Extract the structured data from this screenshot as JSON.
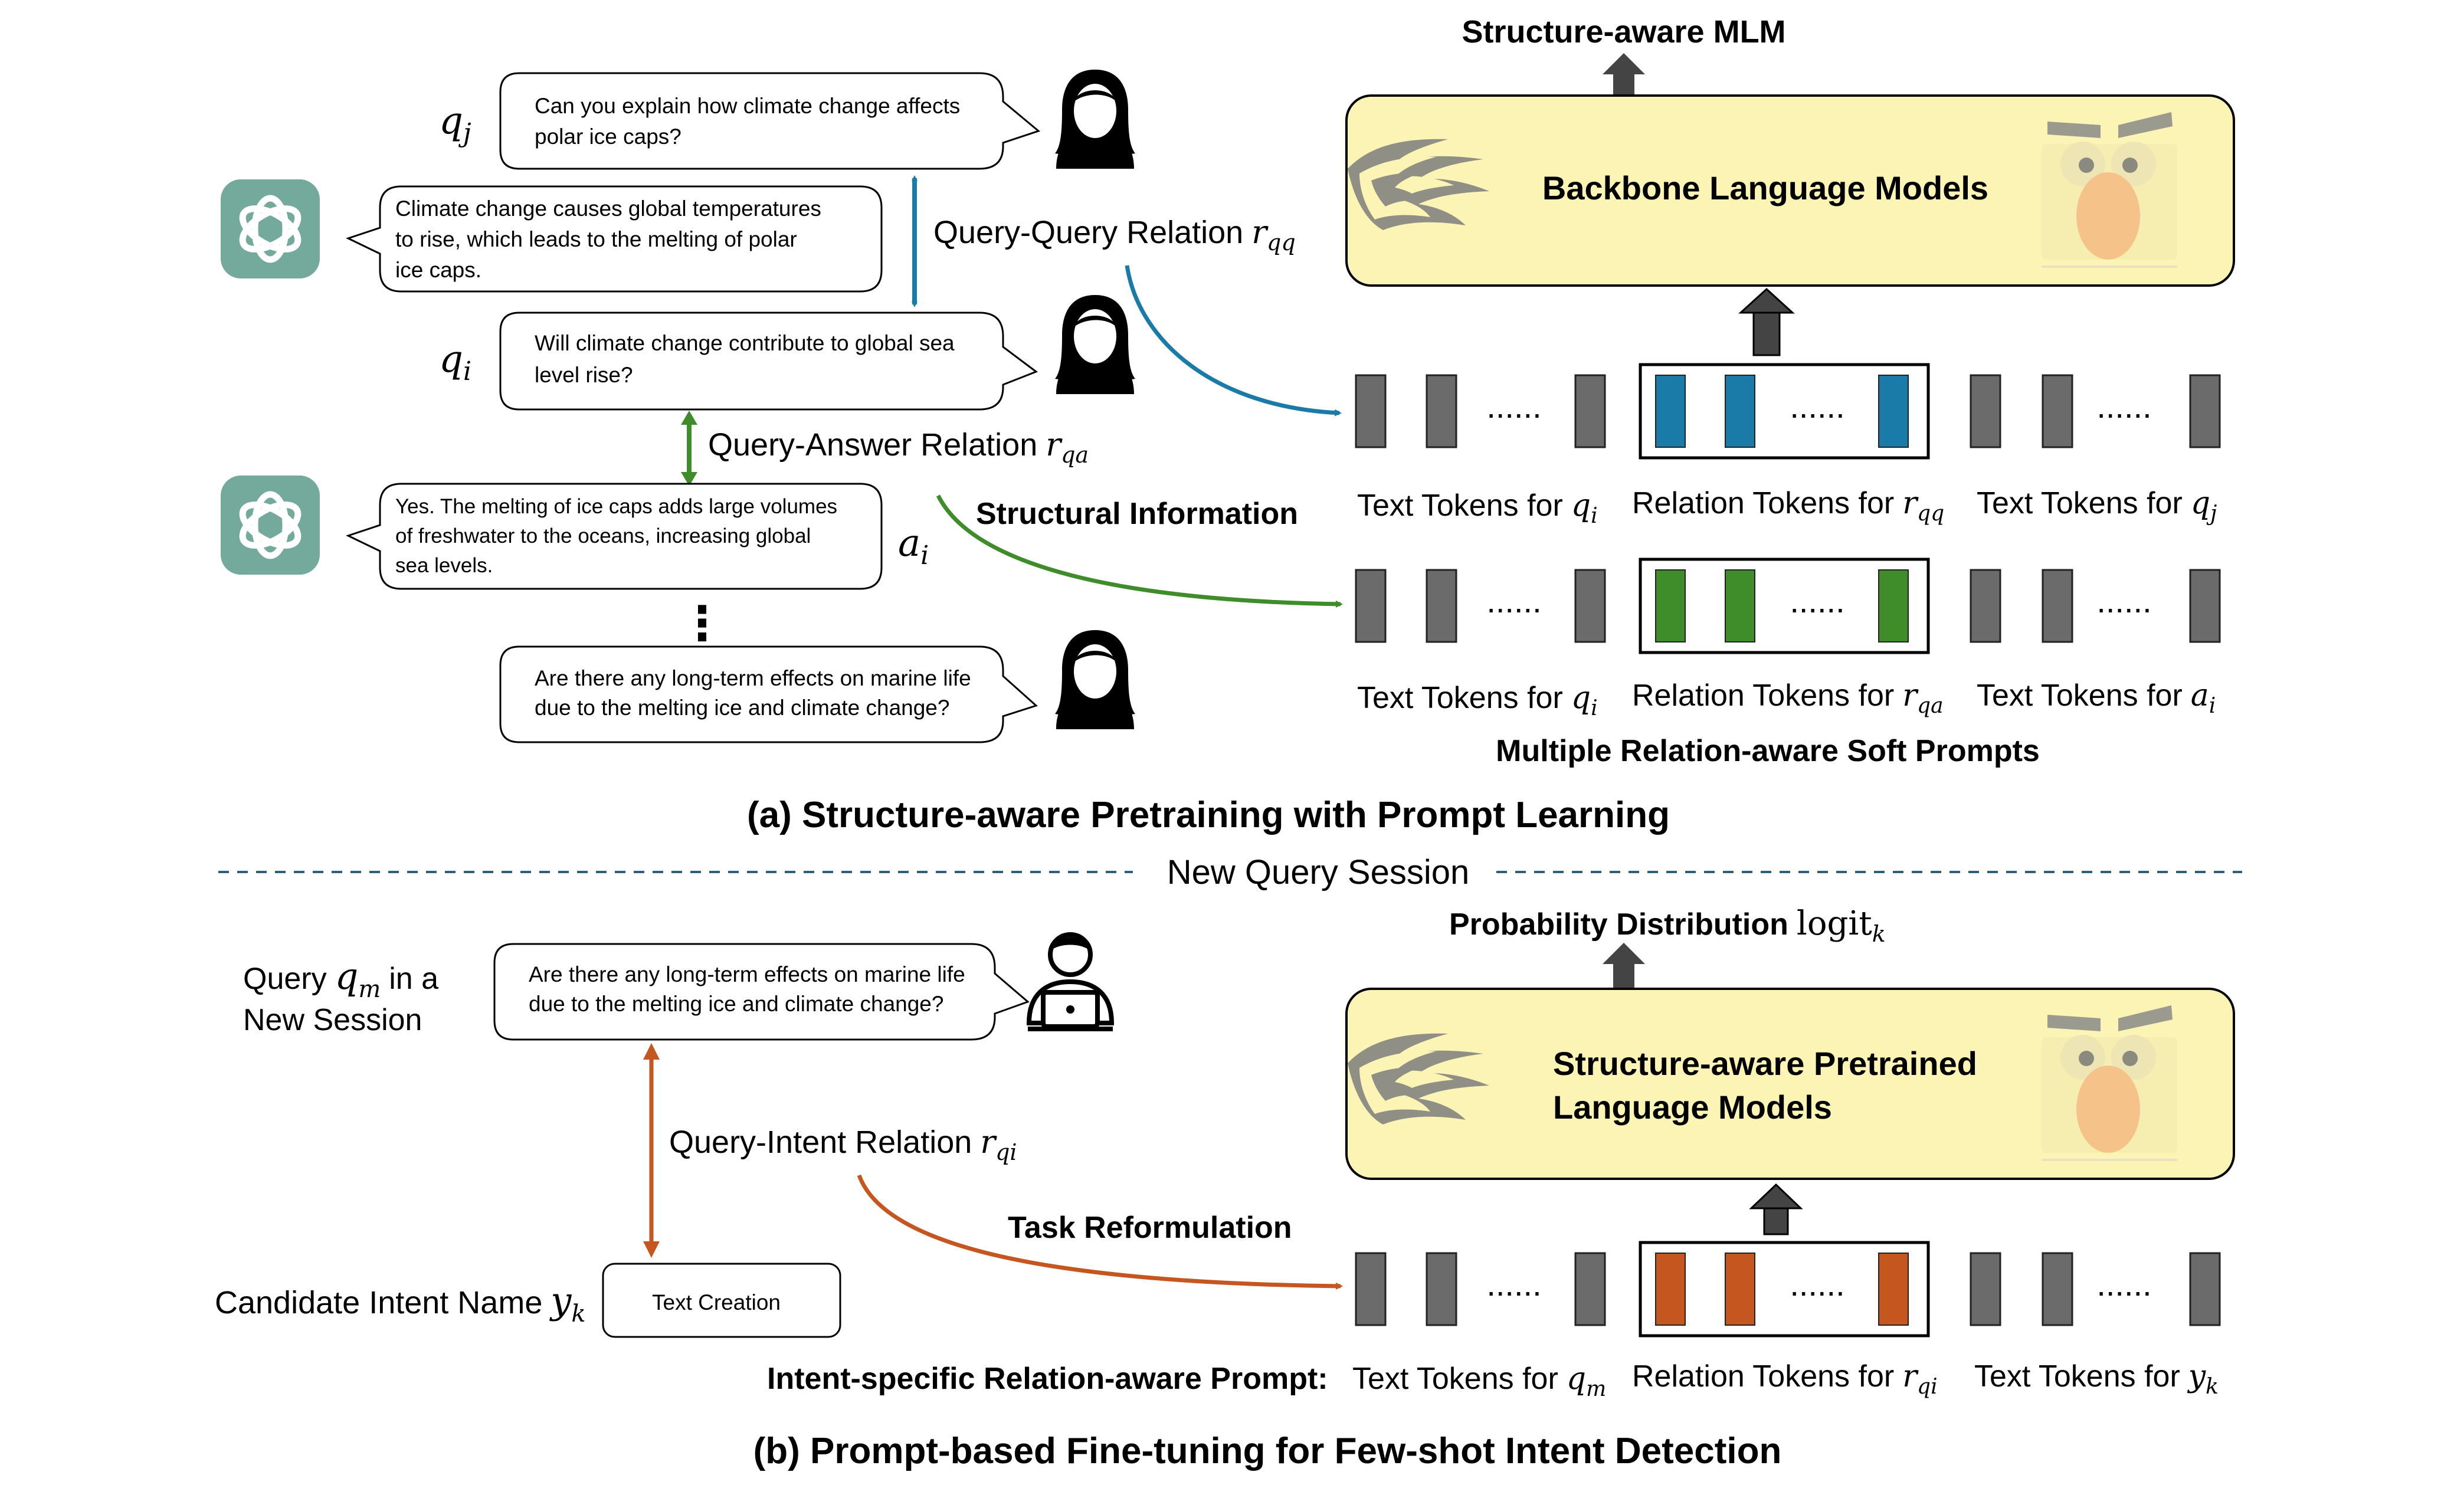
{
  "part_a": {
    "caption": "(a) Structure-aware Pretraining with Prompt Learning",
    "output_label": "Structure-aware MLM",
    "model_label": "Backbone Language Models",
    "var_qj_base": "q",
    "var_qj_sub": "j",
    "var_qi_base": "q",
    "var_qi_sub": "i",
    "var_ai_base": "a",
    "var_ai_sub": "i",
    "bubble_qj": [
      "Can you explain how climate change affects",
      "polar ice caps?"
    ],
    "bubble_resp1": [
      "Climate change causes global temperatures",
      "to rise, which leads to the melting of polar",
      "ice caps."
    ],
    "bubble_qi": [
      "Will climate change contribute to global sea",
      "level rise?"
    ],
    "bubble_ai": [
      "Yes. The melting of ice caps adds large volumes",
      "of freshwater to the oceans, increasing global",
      "sea levels."
    ],
    "bubble_next": [
      "Are there any long-term effects on marine life",
      "due to the melting ice and climate change?"
    ],
    "ellipsis_vertical": "⋮",
    "rel_qq_text": "Query-Query Relation",
    "rel_qq_base": "r",
    "rel_qq_sub": "qq",
    "rel_qa_text": "Query-Answer Relation",
    "rel_qa_base": "r",
    "rel_qa_sub": "qa",
    "structural_info_label": "Structural Information",
    "row1_labels": [
      {
        "text": "Text Tokens for",
        "base": "q",
        "sub": "i"
      },
      {
        "text": "Relation Tokens for",
        "base": "r",
        "sub": "qq"
      },
      {
        "text": "Text Tokens for",
        "base": "q",
        "sub": "j"
      }
    ],
    "row2_labels": [
      {
        "text": "Text Tokens for",
        "base": "q",
        "sub": "i"
      },
      {
        "text": "Relation Tokens for",
        "base": "r",
        "sub": "qa"
      },
      {
        "text": "Text Tokens for",
        "base": "a",
        "sub": "i"
      }
    ],
    "soft_prompts_label": "Multiple Relation-aware Soft Prompts",
    "token_dots": "......"
  },
  "divider_label": "New Query Session",
  "part_b": {
    "caption": "(b) Prompt-based Fine-tuning for Few-shot Intent Detection",
    "output_label_text": "Probability Distribution",
    "output_logit": "logit",
    "output_logit_sub": "k",
    "model_label": [
      "Structure-aware Pretrained",
      "Language Models"
    ],
    "query_label_prefix": "Query",
    "query_base": "q",
    "query_sub": "m",
    "query_label_suffix": "in a",
    "query_label_line2": "New Session",
    "bubble_query": [
      "Are there any long-term effects on marine life",
      "due to the melting ice and climate change?"
    ],
    "rel_qi_text": "Query-Intent Relation",
    "rel_qi_base": "r",
    "rel_qi_sub": "qi",
    "task_reform_label": "Task Reformulation",
    "candidate_label_text": "Candidate Intent Name",
    "candidate_base": "y",
    "candidate_sub": "k",
    "candidate_box_text": "Text Creation",
    "prompt_label": "Intent-specific  Relation-aware Prompt:",
    "row_labels": [
      {
        "text": "Text Tokens for",
        "base": "q",
        "sub": "m"
      },
      {
        "text": "Relation Tokens for",
        "base": "r",
        "sub": "qi"
      },
      {
        "text": "Text Tokens for",
        "base": "y",
        "sub": "k"
      }
    ],
    "token_dots": "......"
  },
  "colors": {
    "qq_relation": "#1a7aa8",
    "qa_relation": "#3f8c2a",
    "qi_relation": "#c5561f",
    "token_gray": "#6b6b6b",
    "model_fill": "#fbf4b4",
    "chatbot_icon": "#74aa9c"
  },
  "icons": {
    "chatbot": "chatgpt-logo-icon",
    "user": "user-silhouette-icon",
    "user_laptop": "user-laptop-icon",
    "model_mascot": "angry-muppet-mascot-icon",
    "model_flames": "flame-decoration-icon"
  }
}
